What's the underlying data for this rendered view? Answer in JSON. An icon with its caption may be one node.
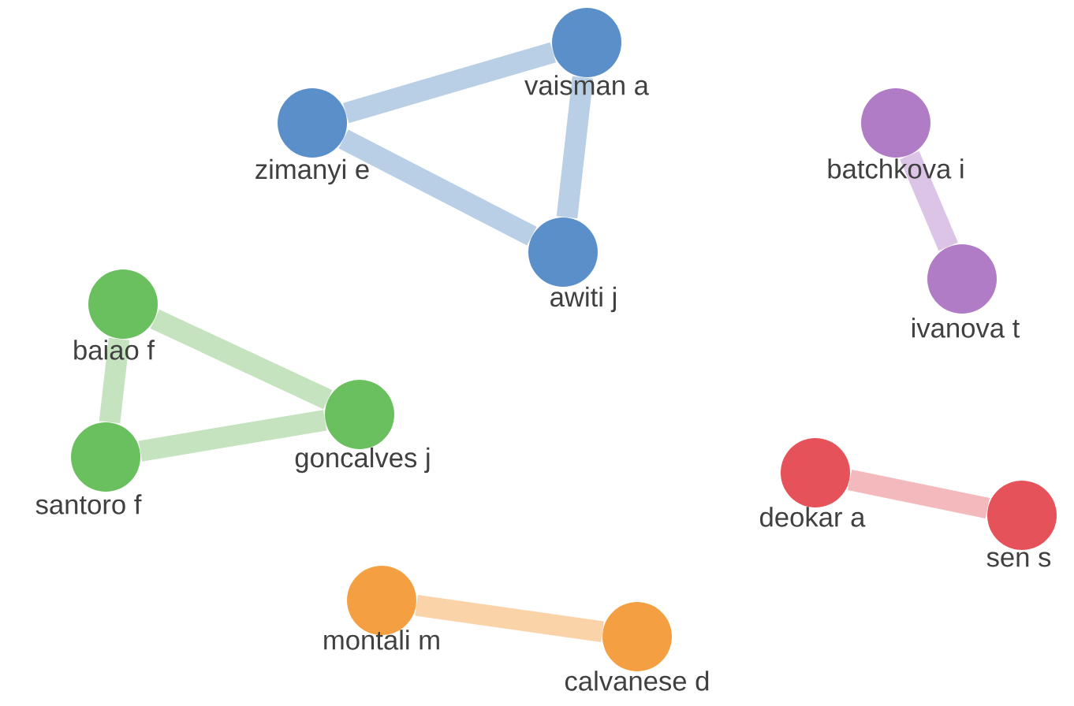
{
  "diagram": {
    "nodes": [
      {
        "text": [],
        "shape": "circle",
        "beside": [
          "vaisman a"
        ]
      },
      {
        "text": [],
        "shape": "circle",
        "beside": [
          "zimanyi e"
        ]
      },
      {
        "text": [],
        "shape": "circle",
        "beside": [
          "batchkova i"
        ]
      },
      {
        "text": [],
        "shape": "circle",
        "beside": [
          "awiti j"
        ]
      },
      {
        "text": [],
        "shape": "circle",
        "beside": [
          "ivanova t"
        ]
      },
      {
        "text": [],
        "shape": "circle",
        "beside": [
          "baiao f"
        ]
      },
      {
        "text": [],
        "shape": "circle",
        "beside": [
          "goncalves j"
        ]
      },
      {
        "text": [],
        "shape": "circle",
        "beside": [
          "santoro f"
        ]
      },
      {
        "text": [],
        "shape": "circle",
        "beside": [
          "deokar a"
        ]
      },
      {
        "text": [],
        "shape": "circle",
        "beside": [
          "sen s"
        ]
      },
      {
        "text": [],
        "shape": "circle",
        "beside": [
          "montali m"
        ]
      },
      {
        "text": [],
        "shape": "circle",
        "beside": [
          "calvanese d"
        ]
      }
    ],
    "edges": [
      {
        "from": 1,
        "to": 0,
        "arrow": "none",
        "color": "#b8cfe6"
      },
      {
        "from": 1,
        "to": 3,
        "arrow": "none",
        "color": "#b8cfe6"
      },
      {
        "from": 0,
        "to": 3,
        "arrow": "none",
        "color": "#b8cfe6"
      },
      {
        "from": 2,
        "to": 4,
        "arrow": "none",
        "color": "#dcc4e6"
      },
      {
        "from": 5,
        "to": 7,
        "arrow": "none",
        "color": "#c6e3c0"
      },
      {
        "from": 5,
        "to": 6,
        "arrow": "none",
        "color": "#c6e3c0"
      },
      {
        "from": 7,
        "to": 6,
        "arrow": "none",
        "color": "#c6e3c0"
      },
      {
        "from": 8,
        "to": 9,
        "arrow": "none",
        "color": "#f4b9bc"
      },
      {
        "from": 10,
        "to": 11,
        "arrow": "none",
        "color": "#fbd3a9"
      }
    ]
  }
}
